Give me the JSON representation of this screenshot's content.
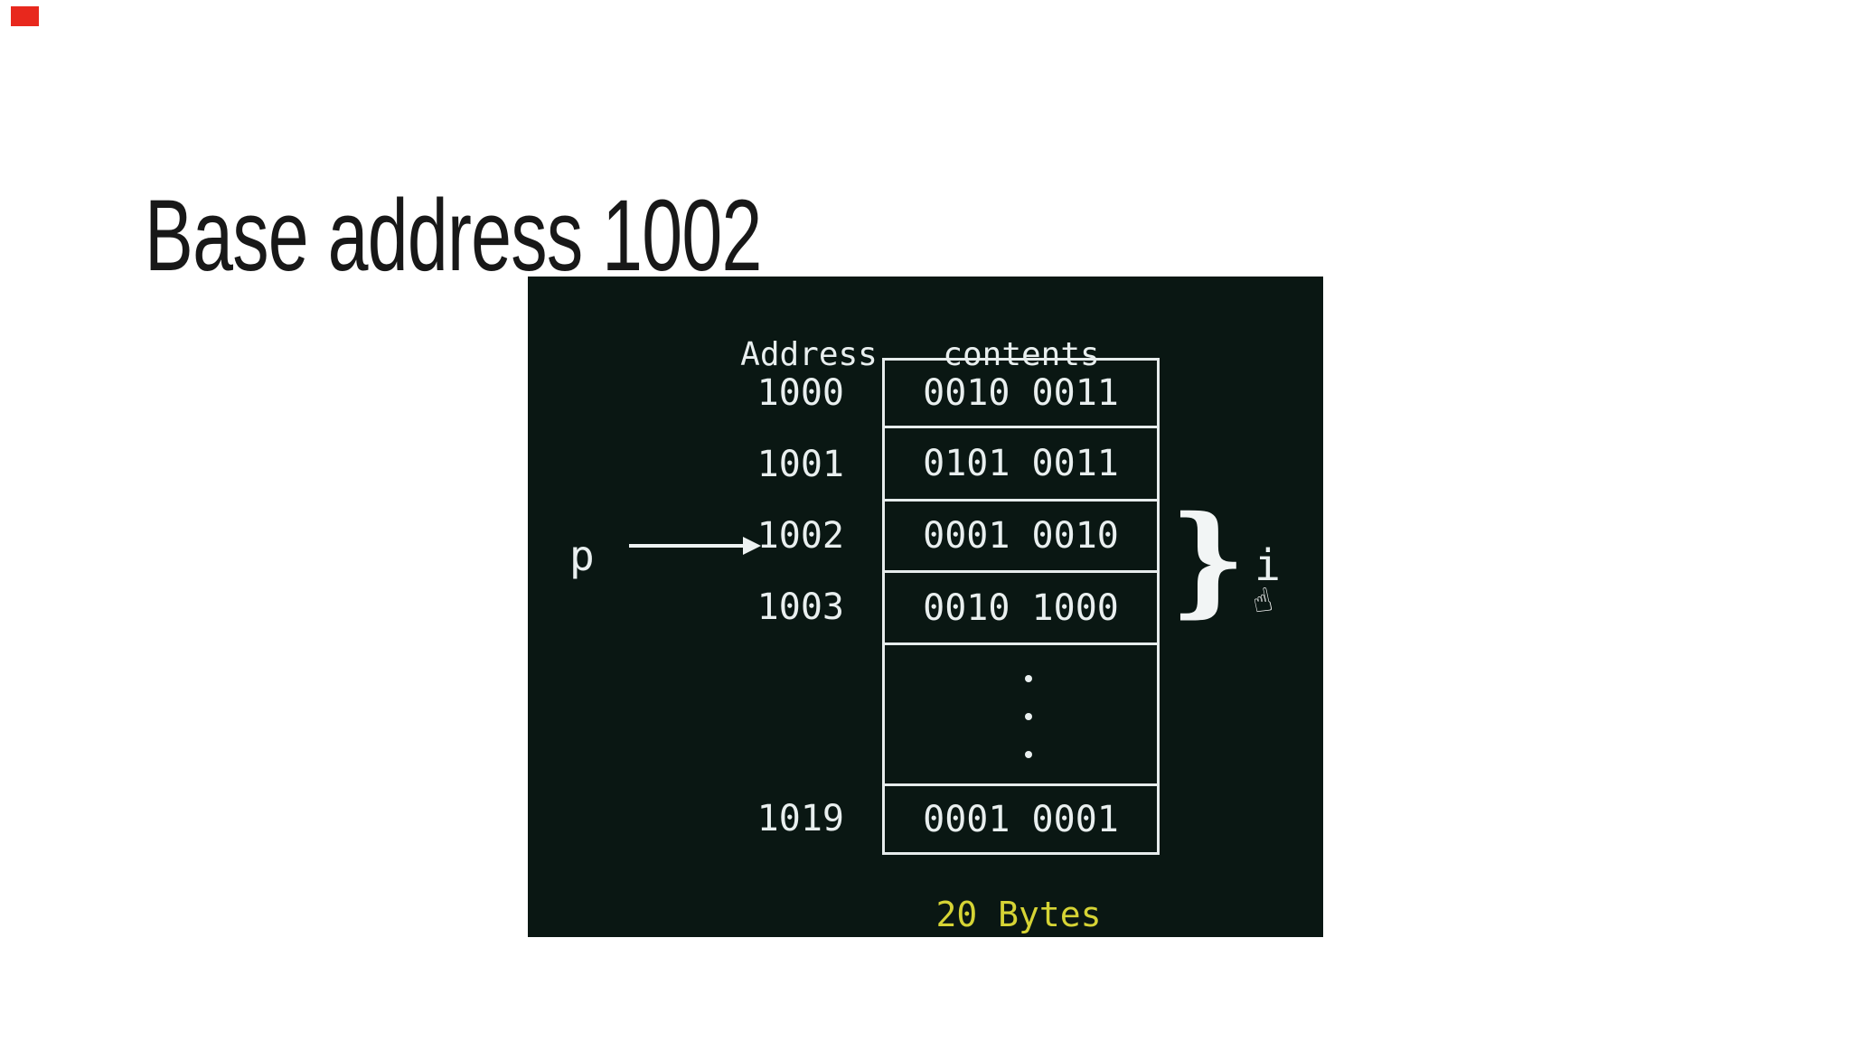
{
  "slide": {
    "title": "Base address 1002",
    "background_color": "#ffffff",
    "accent_marker_color": "#e8281d"
  },
  "diagram": {
    "background_color": "#0a1713",
    "line_color": "#e6ecec",
    "text_color": "#e9efef",
    "headers": {
      "address": "Address",
      "contents": "contents"
    },
    "memory": {
      "addresses": [
        "1000",
        "1001",
        "1002",
        "1003",
        "1019"
      ],
      "cells": [
        "0010 0011",
        "0101 0011",
        "0001 0010",
        "0010 1000",
        "0001 0001"
      ],
      "ellipsis": "..."
    },
    "pointer": {
      "label": "p",
      "points_to": "1002"
    },
    "grouping": {
      "brace": "}",
      "index_label": "i",
      "cursor_icon": "pointing-hand"
    },
    "footer": {
      "byte_count": "20 Bytes",
      "color": "#d6d435"
    }
  }
}
